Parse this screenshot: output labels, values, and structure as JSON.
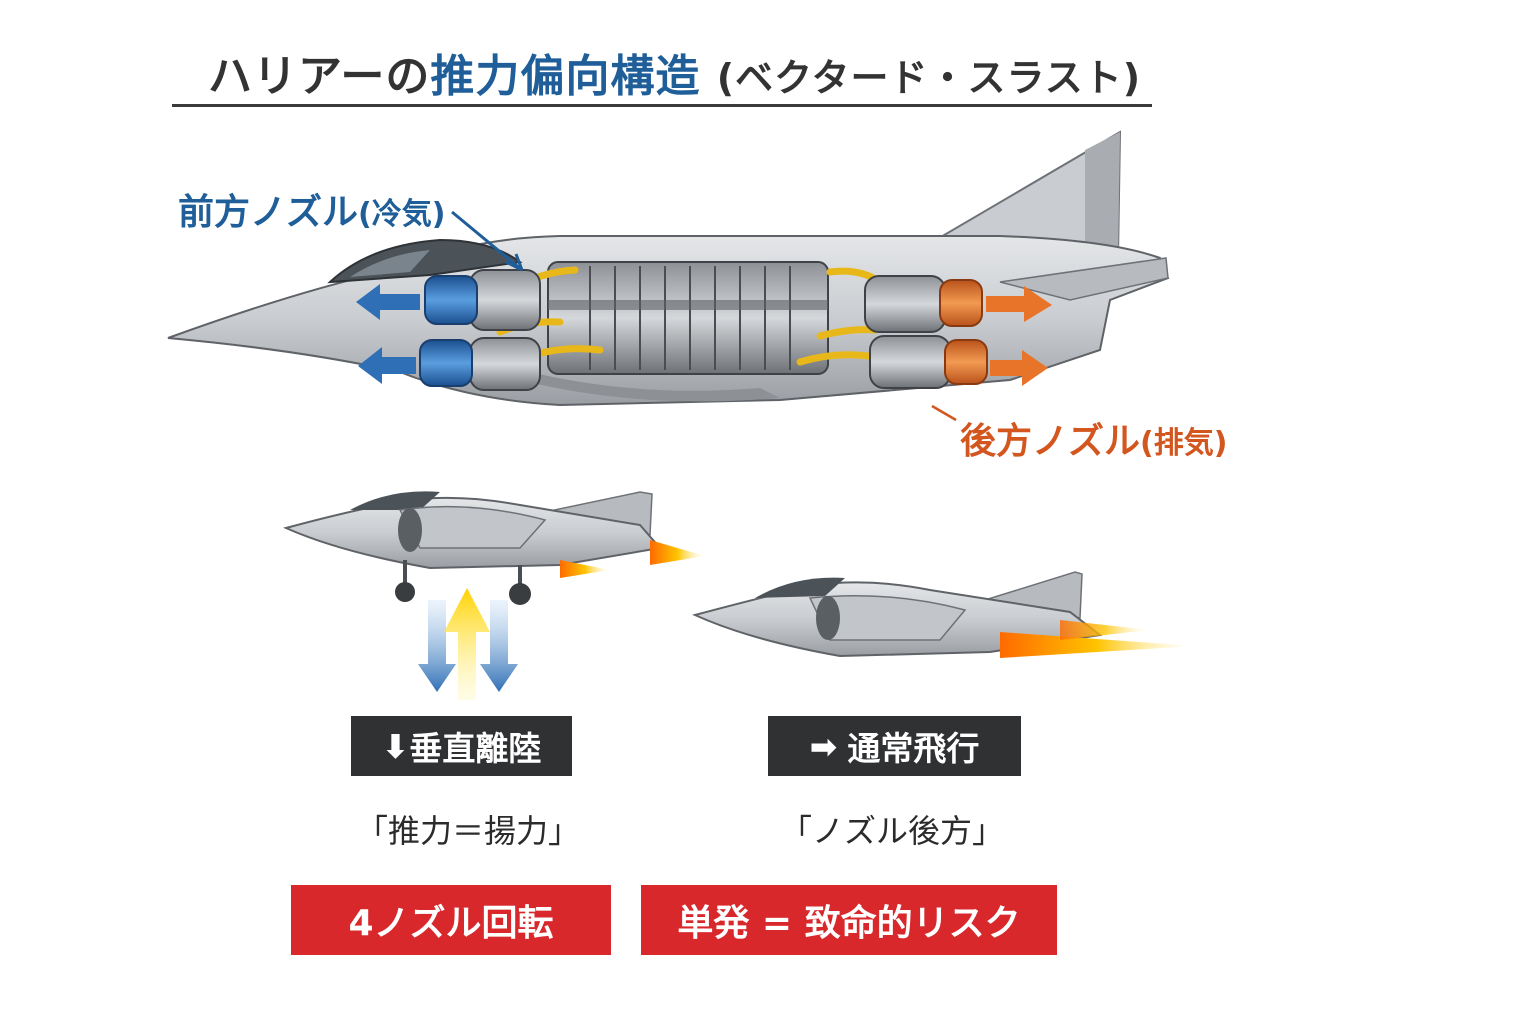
{
  "title": {
    "prefix": "ハリアーの",
    "highlight": "推力偏向構造",
    "paren": "(ベクタード・スラスト)"
  },
  "labels": {
    "front_nozzle": "前方ノズル",
    "front_nozzle_sub": "(冷気)",
    "rear_nozzle": "後方ノズル",
    "rear_nozzle_sub": "(排気)"
  },
  "modes": {
    "vtol": {
      "icon": "⬇",
      "label": "垂直離陸",
      "quote": "「推力＝揚力」"
    },
    "normal": {
      "icon": "➡",
      "label": "通常飛行",
      "quote": "「ノズル後方」"
    }
  },
  "callouts": {
    "nozzle_rotation": "4ノズル回転",
    "single_engine_risk": "単発 = 致命的リスク"
  },
  "colors": {
    "cold": "#2f6fb5",
    "hot": "#e8742a",
    "title_blue": "#1f5e99",
    "dark_box": "#2f3133",
    "red_box": "#d8282c"
  }
}
